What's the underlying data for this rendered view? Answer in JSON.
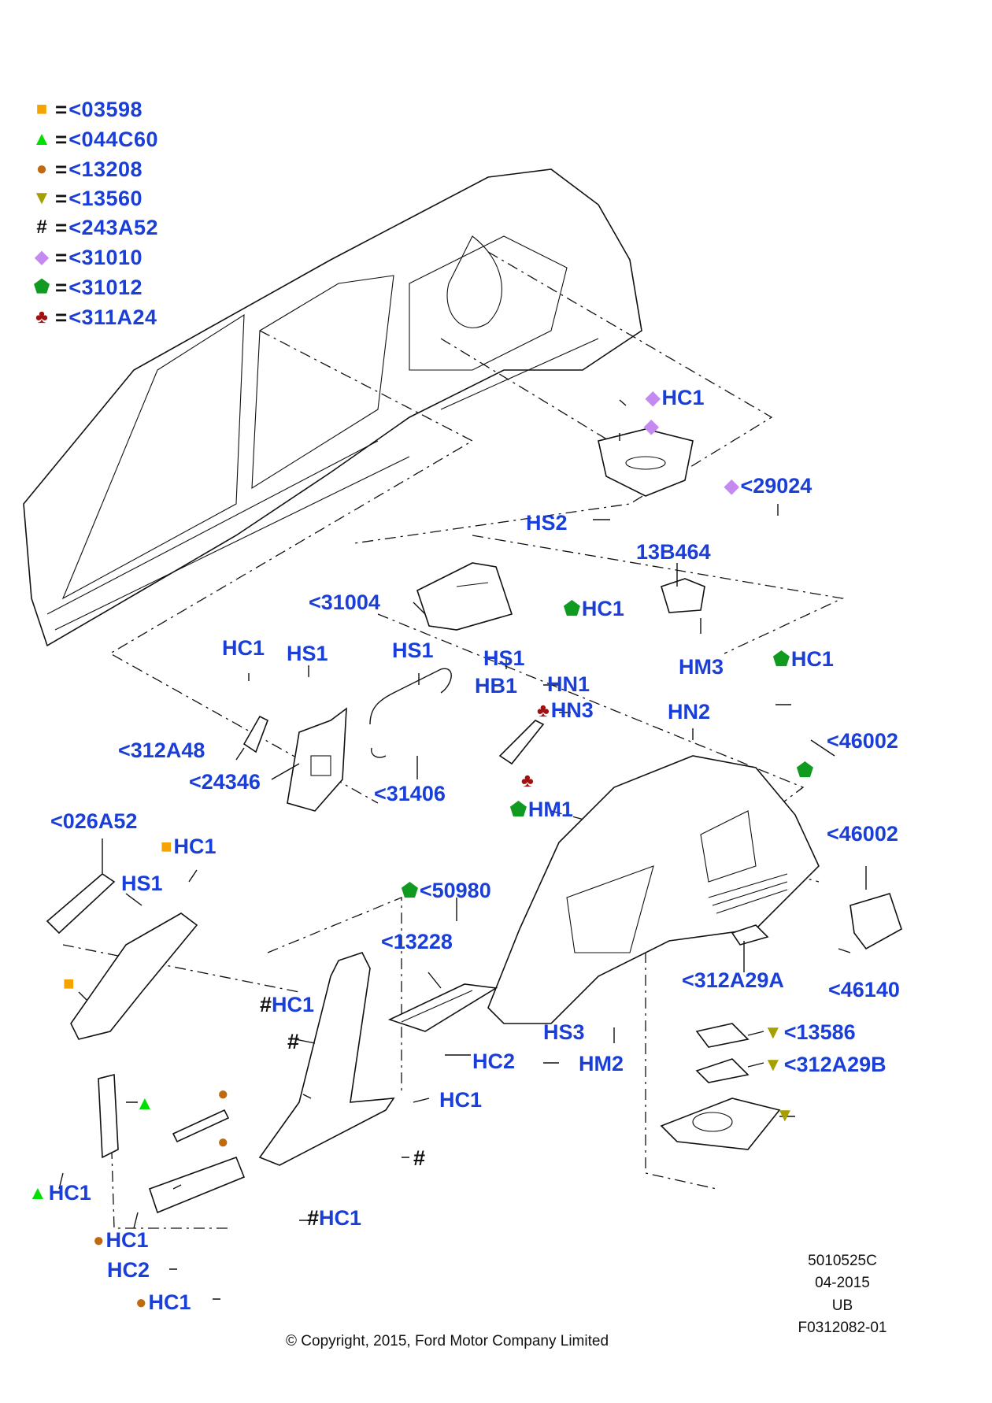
{
  "legend": [
    {
      "symbol": "orange-square",
      "glyph": "■",
      "color": "#f5a300",
      "code": "<03598"
    },
    {
      "symbol": "green-triangle",
      "glyph": "▲",
      "color": "#00e000",
      "code": "<044C60"
    },
    {
      "symbol": "brown-circle",
      "glyph": "●",
      "color": "#c06a10",
      "code": "<13208"
    },
    {
      "symbol": "olive-down-triangle",
      "glyph": "▼",
      "color": "#a5a000",
      "code": "<13560"
    },
    {
      "symbol": "hash",
      "glyph": "#",
      "color": "#111111",
      "code": "<243A52"
    },
    {
      "symbol": "violet-diamond",
      "glyph": "◆",
      "color": "#c58af0",
      "code": "<31010"
    },
    {
      "symbol": "green-pentagon",
      "glyph": "⬟",
      "color": "#109a20",
      "code": "<31012"
    },
    {
      "symbol": "red-club",
      "glyph": "♣",
      "color": "#a01010",
      "code": "<311A24"
    }
  ],
  "callouts": {
    "hc1_a": "HC1",
    "diamond_only": "",
    "c29024": "<29024",
    "hs2": "HS2",
    "c13b464": "13B464",
    "c31004": "<31004",
    "hc1_b": "HC1",
    "hs1_a": "HS1",
    "hm3": "HM3",
    "hc1_c": "HC1",
    "hc1_d": "HC1",
    "hs1_b": "HS1",
    "hs1_c": "HS1",
    "hb1": "HB1",
    "hn1": "HN1",
    "hn3": "HN3",
    "hn2": "HN2",
    "c46002_a": "<46002",
    "c312a48": "<312A48",
    "c24346": "<24346",
    "c31406": "<31406",
    "hm1": "HM1",
    "c026a52": "<026A52",
    "hc1_e": "HC1",
    "hs1_d": "HS1",
    "c46002_b": "<46002",
    "c50980": "<50980",
    "c13228": "<13228",
    "c312a29a": "<312A29A",
    "hc1_f": "HC1",
    "c46140": "<46140",
    "hs3": "HS3",
    "c13586": "<13586",
    "hc2_a": "HC2",
    "hm2": "HM2",
    "c312a29b": "<312A29B",
    "hc1_g": "HC1",
    "hash_a": "#",
    "hash_b": "#",
    "hc1_h": "HC1",
    "hc1_i": "HC1",
    "hc2_b": "HC2",
    "hc1_j": "HC1",
    "hc1_k": "HC1"
  },
  "footer": {
    "line1": "5010525C",
    "line2": "04-2015",
    "line3": "UB",
    "line4": "F0312082-01",
    "copyright": "© Copyright, 2015, Ford Motor Company Limited"
  }
}
